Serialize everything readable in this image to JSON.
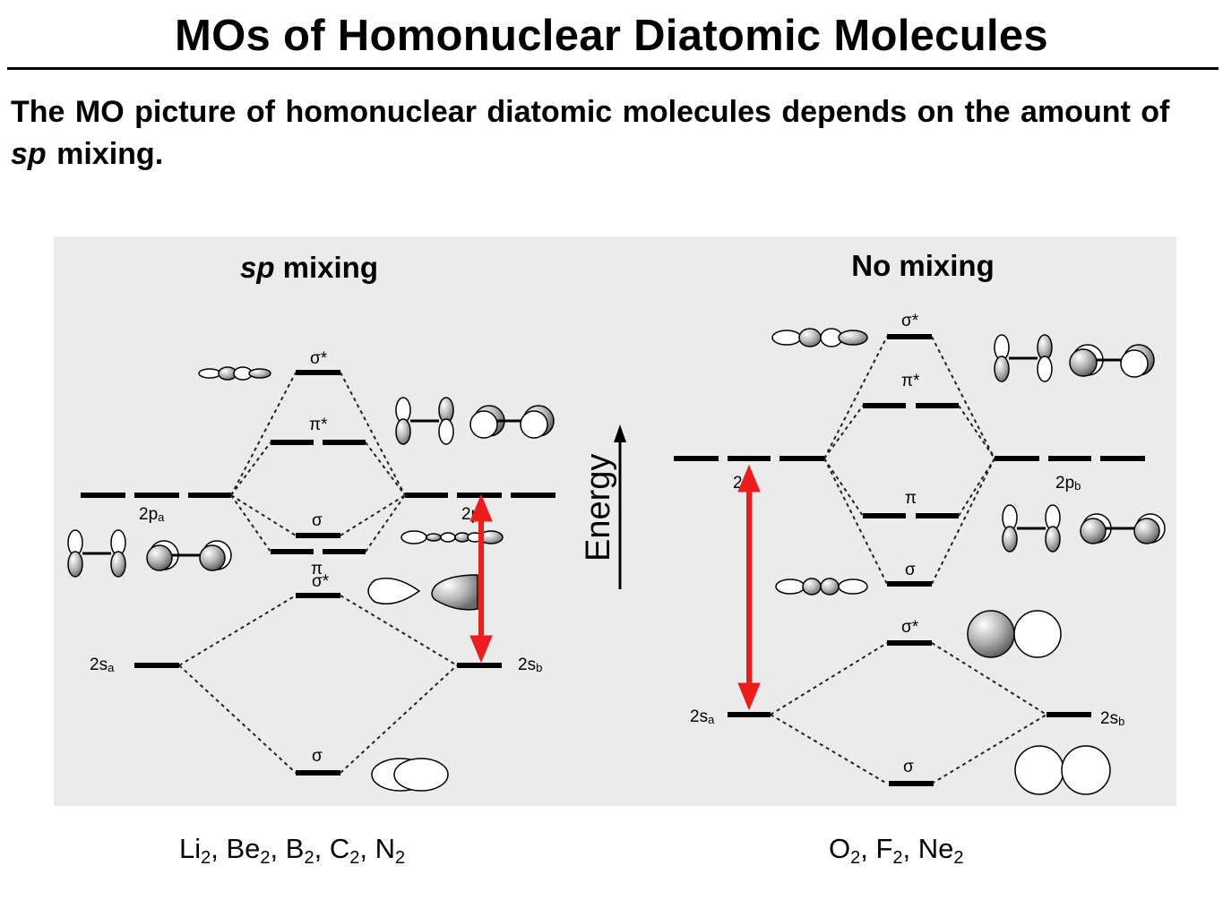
{
  "title": "MOs of Homonuclear Diatomic Molecules",
  "intro": {
    "before": "The MO picture of homonuclear diatomic molecules depends on the amount of ",
    "italic": "sp",
    "after": " mixing."
  },
  "left": {
    "heading_italic": "sp",
    "heading_rest": " mixing",
    "labels": {
      "sigma_star_2p": "σ*",
      "pi_star": "π*",
      "sigma_2p": "σ",
      "pi": "π",
      "sigma_star_2s": "σ*",
      "sigma_2s": "σ",
      "p_a": "2p",
      "p_a_sub": "a",
      "p_b": "2p",
      "p_b_sub": "b",
      "s_a": "2s",
      "s_a_sub": "a",
      "s_b": "2s",
      "s_b_sub": "b"
    },
    "molecules": [
      "Li",
      "Be",
      "B",
      "C",
      "N"
    ]
  },
  "right": {
    "heading": "No mixing",
    "labels": {
      "sigma_star_2p": "σ*",
      "pi_star": "π*",
      "pi": "π",
      "sigma_2p": "σ",
      "sigma_star_2s": "σ*",
      "sigma_2s": "σ",
      "p_a": "2p",
      "p_a_sub": "a",
      "p_b": "2p",
      "p_b_sub": "b",
      "s_a": "2s",
      "s_a_sub": "a",
      "s_b": "2s",
      "s_b_sub": "b"
    },
    "molecules": [
      "O",
      "F",
      "Ne"
    ]
  },
  "energy_label": "Energy",
  "subscript": "2",
  "colors": {
    "arrow": "#ee1c1c",
    "panel": "#ebebeb"
  }
}
